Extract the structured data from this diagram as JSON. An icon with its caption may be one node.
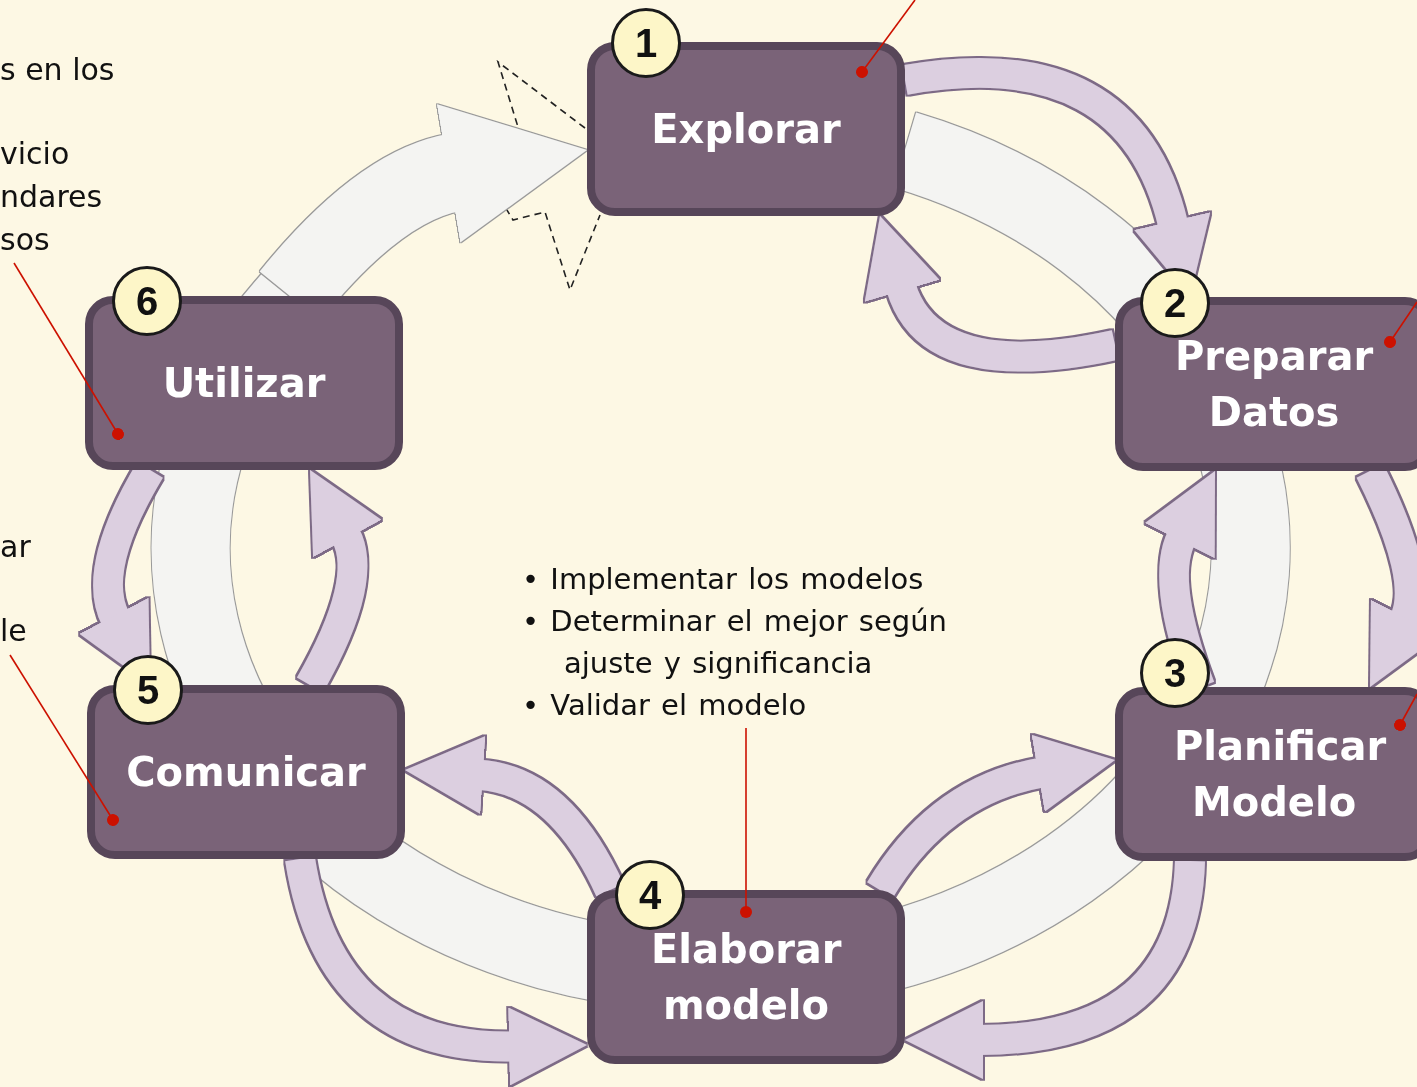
{
  "diagram": {
    "nodes": [
      {
        "text": [
          "1",
          "Explorar"
        ]
      },
      {
        "text": [
          "2",
          "Preparar Datos"
        ]
      },
      {
        "text": [
          "3",
          "Planificar Modelo"
        ]
      },
      {
        "text": [
          "4",
          "Elaborar modelo"
        ]
      },
      {
        "text": [
          "5",
          "Comunicar"
        ]
      },
      {
        "text": [
          "6",
          "Utilizar"
        ]
      },
      {
        "text": [
          "• Implementar los modelos",
          "• Determinar el mejor según ajuste y significancia",
          "• Validar el modelo"
        ]
      },
      {
        "text": [
          "s en los",
          "vicio ndares sos"
        ]
      },
      {
        "text": [
          "ar",
          "le"
        ]
      }
    ],
    "edges": [
      {
        "from": 0,
        "to": 1,
        "arrow": "to"
      },
      {
        "from": 1,
        "to": 0,
        "arrow": "to"
      },
      {
        "from": 2,
        "to": 1,
        "arrow": "to"
      },
      {
        "from": 1,
        "to": 2,
        "arrow": "to"
      },
      {
        "from": 3,
        "to": 2,
        "arrow": "to"
      },
      {
        "from": 2,
        "to": 3,
        "arrow": "to"
      },
      {
        "from": 3,
        "to": 4,
        "arrow": "to"
      },
      {
        "from": 4,
        "to": 3,
        "arrow": "to"
      },
      {
        "from": 5,
        "to": 4,
        "arrow": "to"
      },
      {
        "from": 4,
        "to": 5,
        "arrow": "to"
      },
      {
        "from": 5,
        "to": 0,
        "arrow": "to",
        "style": "thick",
        "color": "#f4f4f2"
      },
      {
        "from": null,
        "to": 0,
        "arrow": "other",
        "color": "#cc1100"
      },
      {
        "from": null,
        "to": 1,
        "arrow": "other",
        "color": "#cc1100"
      },
      {
        "from": null,
        "to": 2,
        "arrow": "other",
        "color": "#cc1100"
      },
      {
        "from": 6,
        "to": 3,
        "arrow": "other",
        "color": "#cc1100"
      },
      {
        "from": 7,
        "to": 5,
        "arrow": "other",
        "color": "#cc1100"
      },
      {
        "from": 8,
        "to": 4,
        "arrow": "other",
        "color": "#cc1100"
      }
    ]
  }
}
